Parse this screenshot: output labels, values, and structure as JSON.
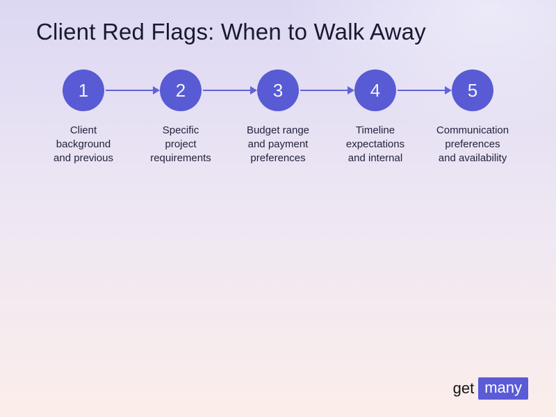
{
  "title": "Client Red Flags: When to Walk Away",
  "steps": [
    {
      "number": "1",
      "lines": [
        "Client",
        "background",
        "and previous"
      ]
    },
    {
      "number": "2",
      "lines": [
        "Specific",
        "project",
        "requirements"
      ]
    },
    {
      "number": "3",
      "lines": [
        "Budget range",
        "and payment",
        "preferences"
      ]
    },
    {
      "number": "4",
      "lines": [
        "Timeline",
        "expectations",
        "and internal"
      ]
    },
    {
      "number": "5",
      "lines": [
        "Communication",
        "preferences",
        "and availability"
      ]
    }
  ],
  "logo": {
    "prefix": "get",
    "brand": "many"
  },
  "colors": {
    "circle": "#585bd4",
    "arrow": "#6262d8",
    "title_text": "#191932",
    "label_text": "#23233c",
    "logo_badge": "#5b5bd6",
    "logo_text": "#141414",
    "bg_top": "#dcd8f3",
    "bg_mid": "#eee7f3",
    "bg_bottom": "#fbeeea"
  }
}
